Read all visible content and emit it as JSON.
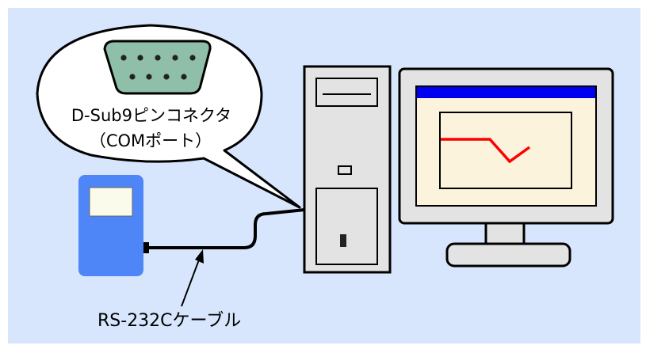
{
  "diagram": {
    "connector_label_line1": "D-Sub9ピンコネクタ",
    "connector_label_line2": "（COMポート）",
    "cable_label": "RS-232Cケーブル"
  },
  "colors": {
    "background": "#d7e6fd",
    "bubble_fill": "#ffffff",
    "connector_fill": "#8fbfa8",
    "connector_pin": "#222222",
    "device_body": "#4f86f7",
    "device_screen": "#fbfbec",
    "pc_fill": "#e3e3e3",
    "monitor_screen": "#fbf3dc",
    "monitor_titlebar": "#0000f0",
    "trend_line": "#ff0000",
    "stroke": "#000000"
  },
  "icons": {
    "connector": "dsub9-connector-icon",
    "device": "measuring-device-icon",
    "computer": "desktop-computer-icon",
    "monitor": "monitor-icon"
  }
}
